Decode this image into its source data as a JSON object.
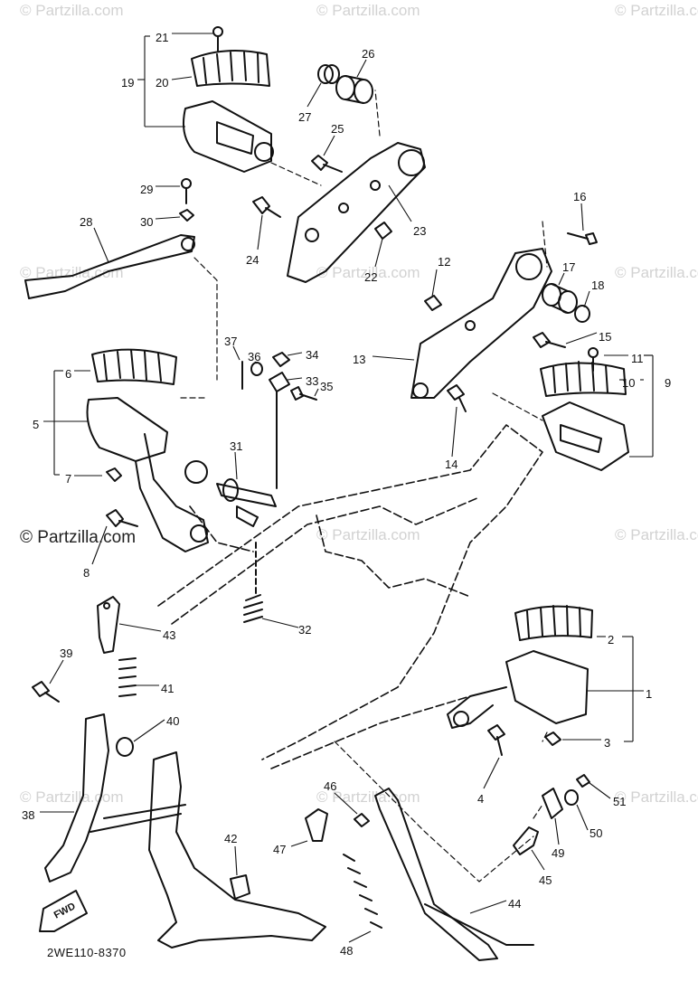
{
  "watermark": {
    "text": "© Partzilla.com",
    "main_text": "© Partzilla.com"
  },
  "diagram_code": "2WE110-8370",
  "fwd_label": "FWD",
  "callouts": [
    "1",
    "2",
    "3",
    "4",
    "5",
    "6",
    "7",
    "8",
    "9",
    "10",
    "11",
    "12",
    "13",
    "14",
    "15",
    "16",
    "17",
    "18",
    "19",
    "20",
    "21",
    "22",
    "23",
    "24",
    "25",
    "26",
    "27",
    "28",
    "29",
    "30",
    "31",
    "32",
    "33",
    "34",
    "35",
    "36",
    "37",
    "38",
    "39",
    "40",
    "41",
    "42",
    "43",
    "44",
    "45",
    "46",
    "47",
    "48",
    "49",
    "50",
    "51"
  ],
  "colors": {
    "line": "#111111",
    "watermark": "#d2d2d2"
  }
}
